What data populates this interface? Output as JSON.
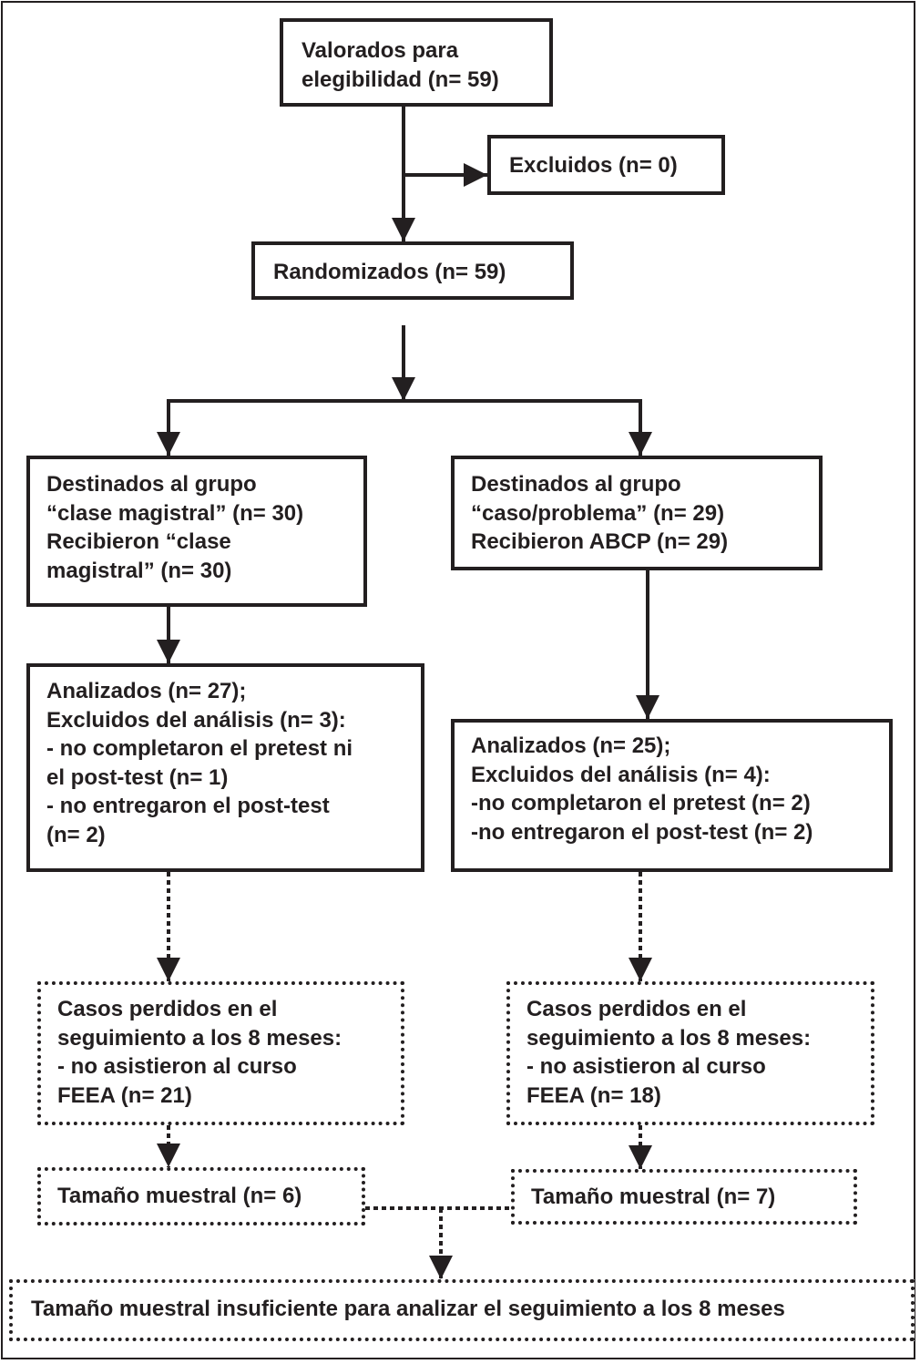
{
  "flowchart": {
    "eligibility": [
      "Valorados para",
      "elegibilidad (n= 59)"
    ],
    "excluded": [
      "Excluidos (n= 0)"
    ],
    "randomized": [
      "Randomizados (n= 59)"
    ],
    "group_lecture": [
      "Destinados al grupo",
      "“clase magistral” (n= 30)",
      "Recibieron “clase",
      "magistral” (n= 30)"
    ],
    "group_case": [
      "Destinados al grupo",
      "“caso/problema” (n= 29)",
      "Recibieron ABCP (n= 29)"
    ],
    "analyzed_lecture": [
      "Analizados (n= 27);",
      "Excluidos del análisis (n= 3):",
      "- no completaron el pretest ni",
      "el post-test (n= 1)",
      "- no entregaron el post-test",
      "(n= 2)"
    ],
    "analyzed_case": [
      "Analizados (n= 25);",
      "Excluidos del análisis (n= 4):",
      "-no completaron el pretest (n= 2)",
      "-no entregaron el post-test  (n= 2)"
    ],
    "lost_lecture": [
      "Casos perdidos en el",
      "seguimiento a los 8 meses:",
      "- no asistieron al curso",
      "FEEA (n= 21)"
    ],
    "lost_case": [
      "Casos perdidos en el",
      "seguimiento a los 8 meses:",
      "- no asistieron al curso",
      "FEEA (n= 18)"
    ],
    "sample_lecture": [
      "Tamaño muestral  (n= 6)"
    ],
    "sample_case": [
      "Tamaño muestral  (n= 7)"
    ],
    "conclusion": [
      "Tamaño muestral insuficiente para analizar el seguimiento a los 8 meses"
    ]
  },
  "colors": {
    "ink": "#231f20",
    "background": "#ffffff"
  }
}
